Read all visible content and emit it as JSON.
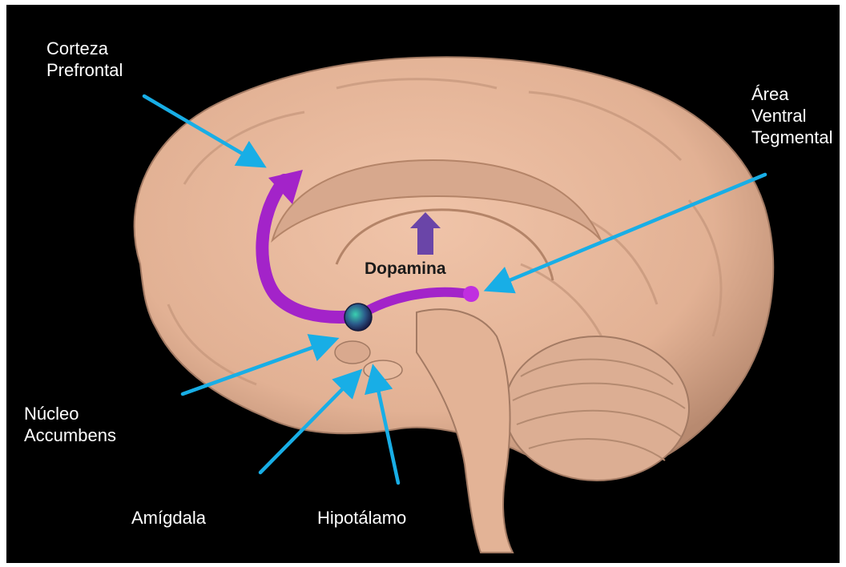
{
  "labels": {
    "prefrontal_cortex": "Corteza\nPrefrontal",
    "vta": "Área\nVentral\nTegmental",
    "nucleus_accumbens": "Núcleo\nAccumbens",
    "amygdala": "Amígdala",
    "hypothalamus": "Hipotálamo",
    "dopamine": "Dopamina"
  },
  "colors": {
    "background": "#000000",
    "tissue": "#e7b79c",
    "tissue_shade": "#c99a80",
    "pointer_arrows": "#18aee6",
    "pathway": "#a323c9",
    "up_arrow": "#6a45a8",
    "text": "#ffffff"
  }
}
